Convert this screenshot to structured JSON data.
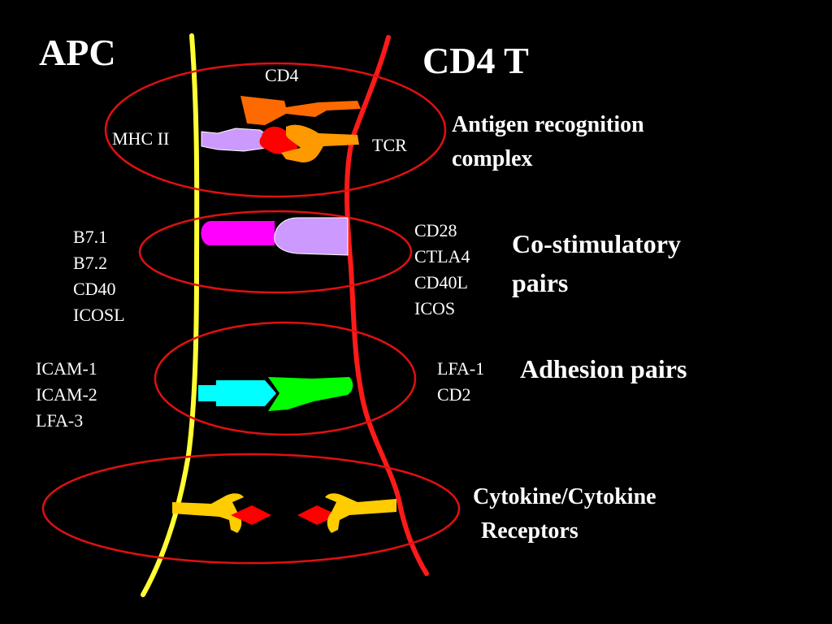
{
  "headers": {
    "apc": "APC",
    "t_cell": "CD4 T"
  },
  "antigen": {
    "cd4": "CD4",
    "mhc": "MHC II",
    "tcr": "TCR",
    "title_line1": "Antigen recognition",
    "title_line2": "complex"
  },
  "costim": {
    "apc_ligands": [
      "B7.1",
      "B7.2",
      "CD40",
      "ICOSL"
    ],
    "t_receptors": [
      "CD28",
      "CTLA4",
      "CD40L",
      "ICOS"
    ],
    "title_line1": "Co-stimulatory",
    "title_line2": "pairs"
  },
  "adhesion": {
    "apc_ligands": [
      "ICAM-1",
      "ICAM-2",
      "LFA-3"
    ],
    "t_receptors": [
      "LFA-1",
      "CD2"
    ],
    "title": "Adhesion pairs"
  },
  "cytokine": {
    "title_line1": "Cytokine/Cytokine",
    "title_line2": "Receptors"
  },
  "colors": {
    "apc_membrane": "#ffff33",
    "t_membrane": "#ff1a1a",
    "ellipse": "#e01010",
    "cd4": "#ff6a00",
    "mhc": "#cc99ff",
    "antigen": "#ff0000",
    "tcr": "#ff9900",
    "b7": "#ff00ff",
    "cd28": "#cc99ff",
    "icam": "#00ffff",
    "lfa1": "#00ff00",
    "cytokine_receptor": "#ffcc00",
    "cytokine": "#ff0000"
  }
}
